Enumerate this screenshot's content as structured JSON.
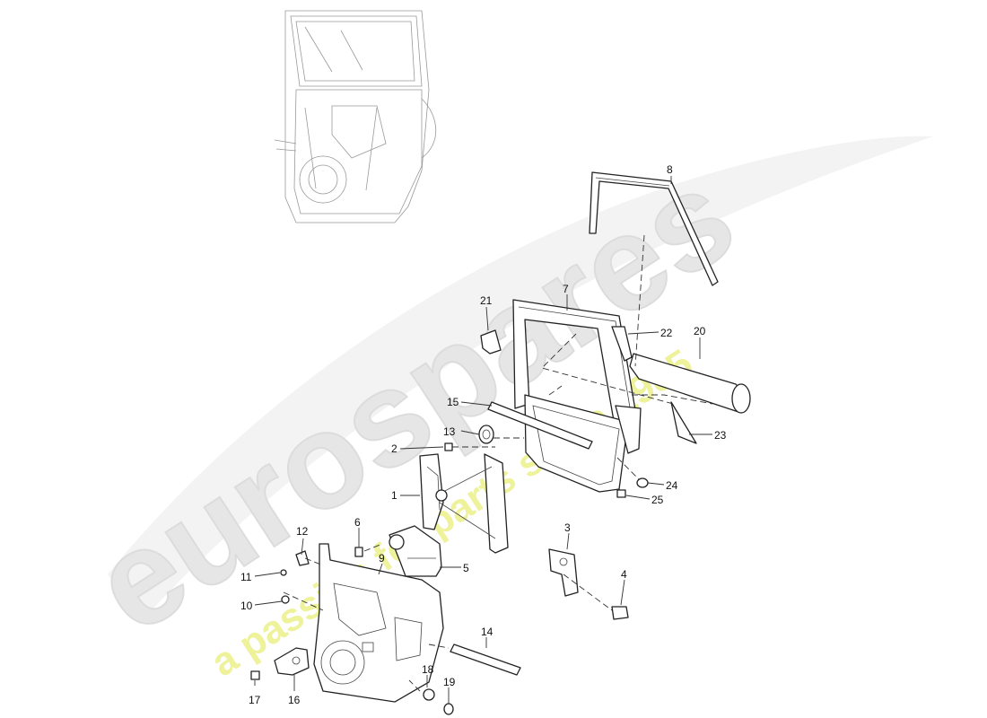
{
  "watermark": {
    "brand": "eurospares",
    "tagline": "a passion for parts since 1985",
    "colors": {
      "brand": "#e6e6e6",
      "tagline": "#eef29a"
    }
  },
  "callouts": [
    "1",
    "2",
    "3",
    "4",
    "5",
    "6",
    "7",
    "8",
    "9",
    "10",
    "11",
    "12",
    "13",
    "14",
    "15",
    "16",
    "17",
    "18",
    "19",
    "20",
    "21",
    "22",
    "23",
    "24",
    "25"
  ]
}
